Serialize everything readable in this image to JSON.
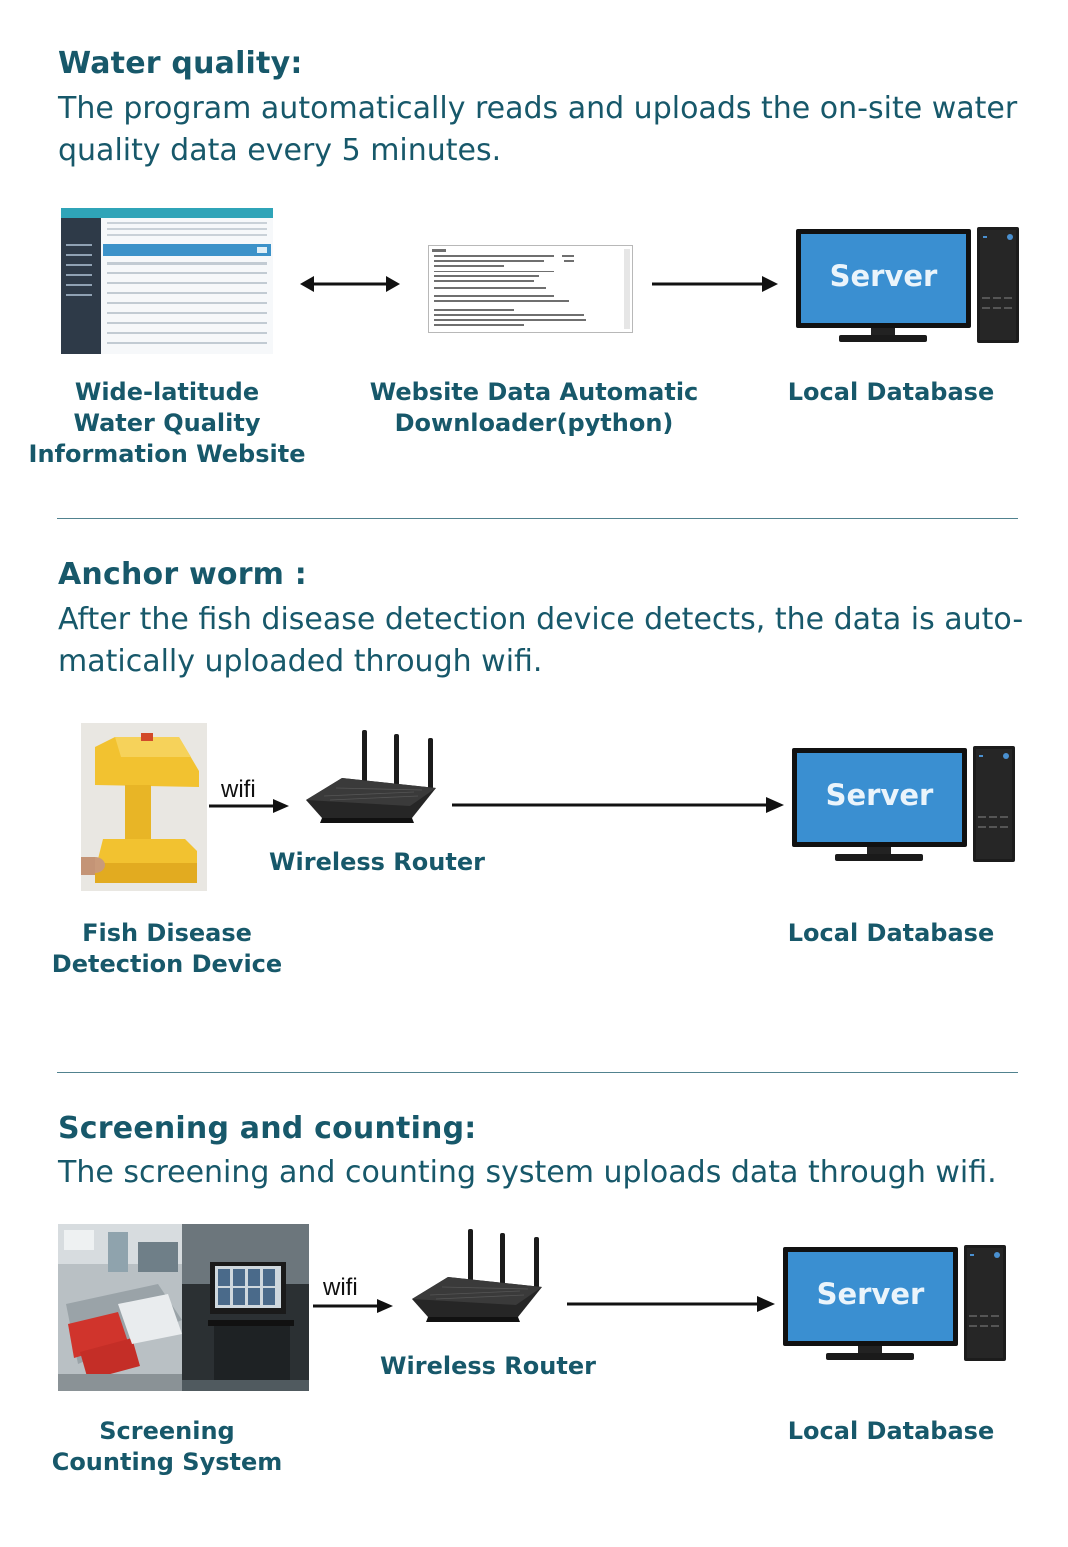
{
  "sections": {
    "water_quality": {
      "heading": "Water quality:",
      "description_1": "The program automatically reads and uploads the on-site water",
      "description_2": "quality data every 5 minutes.",
      "website_label_1": "Wide-latitude",
      "website_label_2": "Water Quality",
      "website_label_3": "Information Website",
      "downloader_label_1": "Website Data Automatic",
      "downloader_label_2": "Downloader(python)",
      "database_label": "Local Database",
      "server_text": "Server"
    },
    "anchor_worm": {
      "heading": "Anchor worm :",
      "description_1": "After the fish disease detection device detects, the data is auto-",
      "description_2": "matically uploaded through wifi.",
      "wifi_label": "wifi",
      "router_label": "Wireless Router",
      "device_label_1": "Fish Disease",
      "device_label_2": "Detection Device",
      "database_label": "Local Database",
      "server_text": "Server"
    },
    "screening": {
      "heading": "Screening and counting:",
      "description": "The screening and counting system uploads data through wifi.",
      "wifi_label": "wifi",
      "router_label": "Wireless Router",
      "system_label_1": "Screening",
      "system_label_2": "Counting System",
      "database_label": "Local Database",
      "server_text": "Server"
    }
  },
  "colors": {
    "heading": "#17586a",
    "server_screen": "#3a8fd1",
    "device_yellow": "#f2c230",
    "divider": "#17586a"
  }
}
